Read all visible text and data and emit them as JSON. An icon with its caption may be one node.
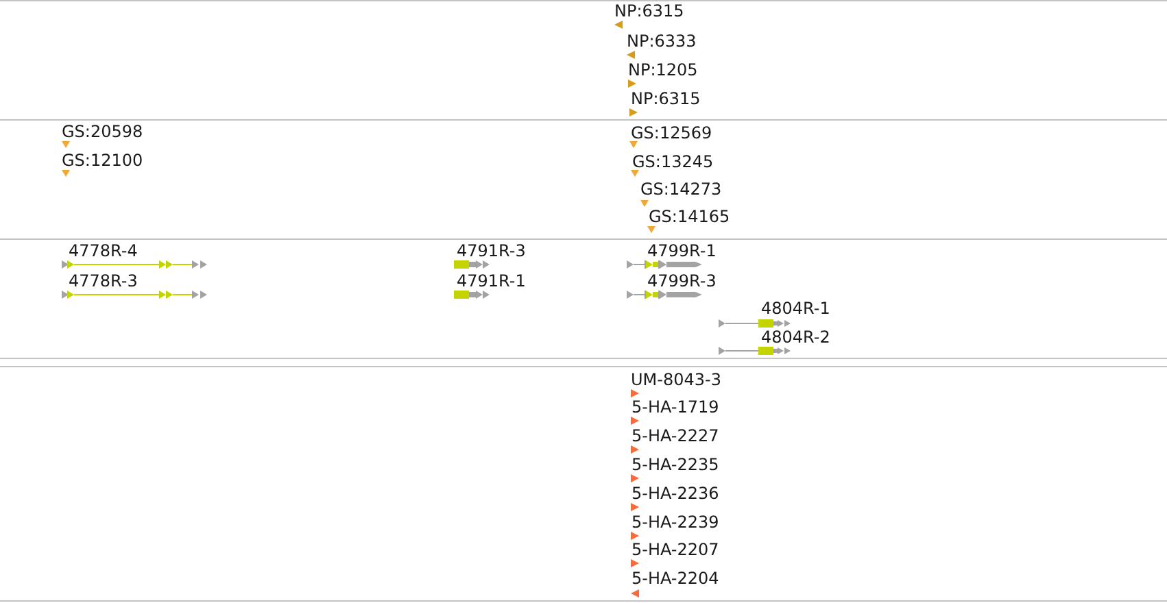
{
  "diagram": {
    "labels": [
      "NP:6315",
      "NP:6333",
      "NP:1205",
      "NP:6315",
      "GS:20598",
      "GS:12569",
      "GS:12100",
      "GS:13245",
      "GS:14273",
      "GS:14165",
      "4778R-4",
      "4791R-3",
      "4799R-1",
      "4778R-3",
      "4791R-1",
      "4799R-3",
      "4804R-1",
      "4804R-2",
      "UM-8043-3",
      "5-HA-1719",
      "5-HA-2227",
      "5-HA-2235",
      "5-HA-2236",
      "5-HA-2239",
      "5-HA-2207",
      "5-HA-2204"
    ]
  }
}
